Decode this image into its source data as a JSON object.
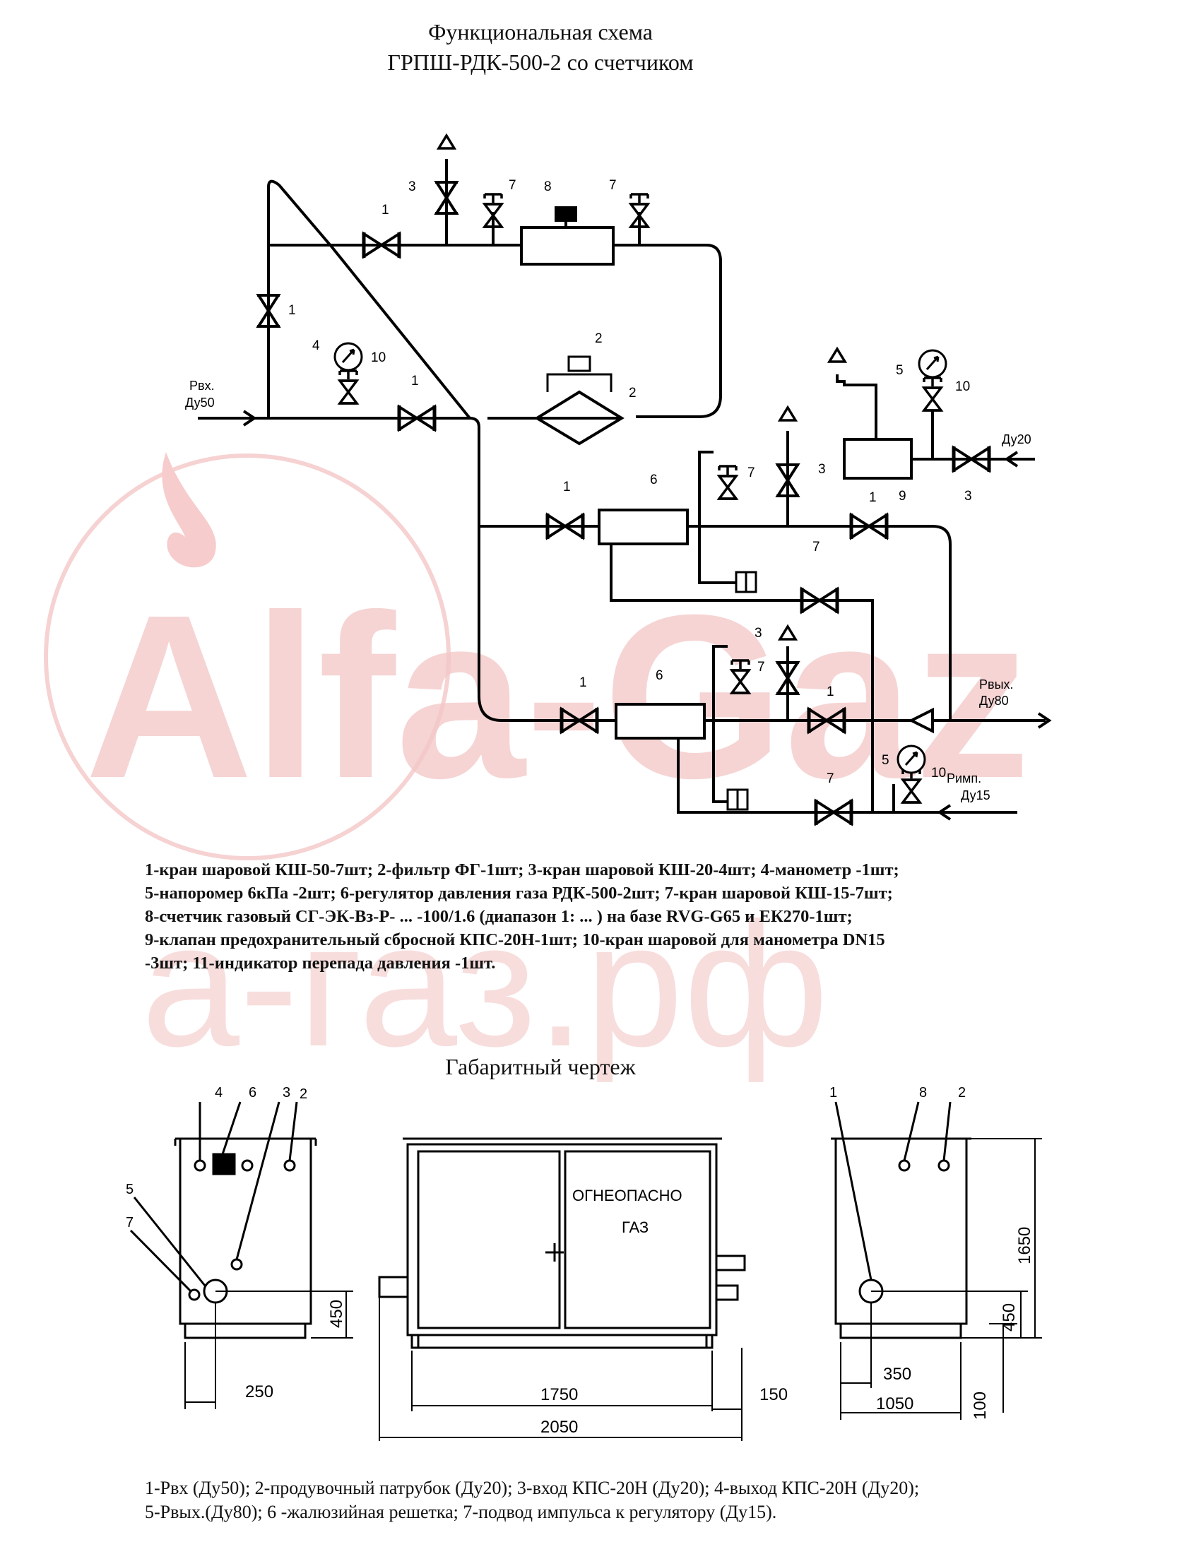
{
  "header": {
    "title_line1": "Функциональная схема",
    "title_line2": "ГРПШ-РДК-500-2 со счетчиком"
  },
  "watermark": {
    "brand": "Alfa-Gaz",
    "domain": "а-газ.рф",
    "color": "#f2c4c4"
  },
  "scheme": {
    "labels": {
      "inlet_p": "Рвх.",
      "inlet_dn": "Ду50",
      "outlet_p": "Рвых.",
      "outlet_dn": "Ду80",
      "imp_p": "Римп.",
      "imp_dn": "Ду15",
      "relief_dn": "Ду20"
    },
    "item_numbers": [
      "1",
      "2",
      "3",
      "4",
      "5",
      "6",
      "7",
      "8",
      "9",
      "10"
    ]
  },
  "legend_lines": [
    "1-кран шаровой КШ-50-7шт; 2-фильтр ФГ-1шт; 3-кран шаровой КШ-20-4шт; 4-манометр -1шт;",
    "5-напоромер 6кПа -2шт; 6-регулятор давления газа РДК-500-2шт; 7-кран шаровой КШ-15-7шт;",
    "8-счетчик газовый СГ-ЭК-Вз-Р- ... -100/1.6 (диапазон 1: ... ) на базе RVG-G65 и ЕК270-1шт;",
    "9-клапан предохранительный сбросной КПС-20Н-1шт; 10-кран шаровой для манометра DN15",
    "-3шт; 11-индикатор перепада давления -1шт."
  ],
  "drawing": {
    "title": "Габаритный чертеж",
    "door_text_1": "ОГНЕОПАСНО",
    "door_text_2": "ГАЗ",
    "dims": {
      "d450": "450",
      "d250": "250",
      "d1750": "1750",
      "d150": "150",
      "d2050": "2050",
      "d1650": "1650",
      "d350": "350",
      "d1050": "1050",
      "d100": "100"
    },
    "callouts_left": [
      "4",
      "6",
      "3",
      "2",
      "5",
      "7"
    ],
    "callouts_right": [
      "1",
      "8",
      "2"
    ]
  },
  "bottom_legend": [
    "1-Рвх (Ду50); 2-продувочный патрубок (Ду20); 3-вход КПС-20Н (Ду20); 4-выход КПС-20Н (Ду20);",
    "5-Рвых.(Ду80); 6 -жалюзийная решетка; 7-подвод импульса к регулятору (Ду15)."
  ]
}
